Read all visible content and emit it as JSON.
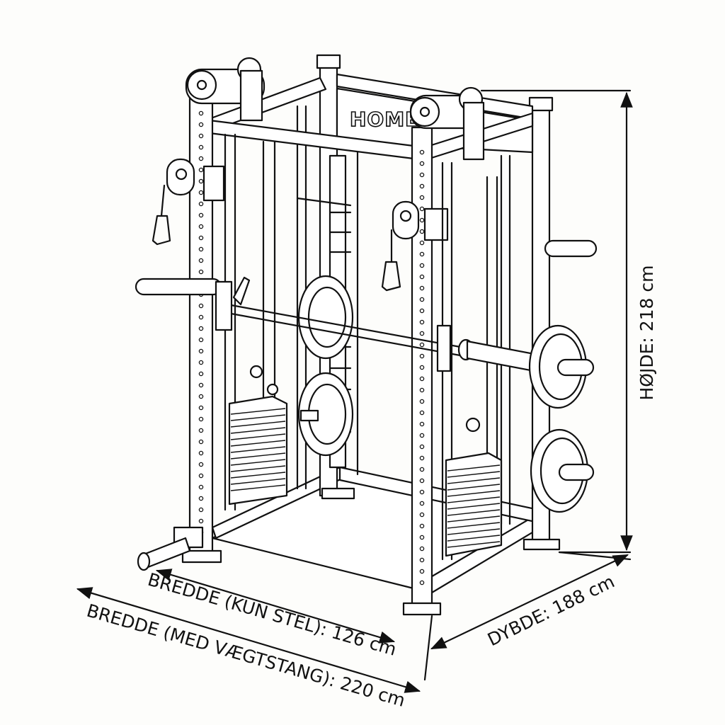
{
  "brand": {
    "logo_text": "HOMEFIT"
  },
  "dimensions": {
    "height_label": "HØJDE: 218 cm",
    "depth_label": "DYBDE: 188 cm",
    "width_frame_label": "BREDDE (KUN STEL): 126 cm",
    "width_bar_label": "BREDDE (MED VÆGTSTANG): 220 cm"
  },
  "colors": {
    "ink": "#111111",
    "paper": "#fdfdfb"
  }
}
